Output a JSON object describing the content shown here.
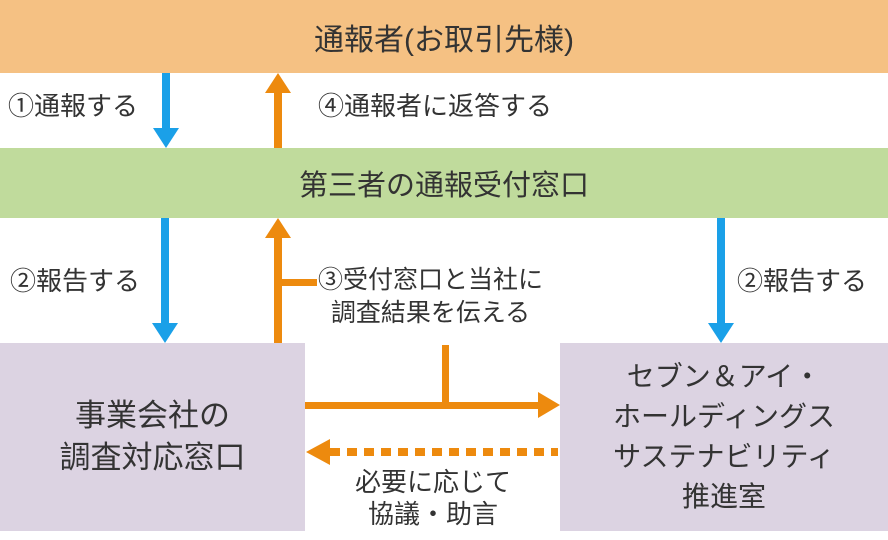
{
  "diagram": {
    "nodes": {
      "reporter_bar": {
        "label": "通報者(お取引先様)"
      },
      "reception_bar": {
        "label": "第三者の通報受付窓口"
      },
      "left_box": {
        "line1": "事業会社の",
        "line2": "調査対応窓口"
      },
      "right_box": {
        "line1": "セブン＆アイ・",
        "line2": "ホールディングス",
        "line3": "サステナビリティ",
        "line4": "推進室"
      }
    },
    "labels": {
      "step1": "①通報する",
      "step2_left": "②報告する",
      "step2_right": "②報告する",
      "step3_line1": "③受付窓口と当社に",
      "step3_line2": "調査結果を伝える",
      "step4": "④通報者に返答する",
      "consult_line1": "必要に応じて",
      "consult_line2": "協議・助言"
    },
    "colors": {
      "reporter_bar": "#F5C183",
      "reception_bar": "#C0DB9C",
      "company_box": "#DCD3E2",
      "blue_arrow": "#1AA0E8",
      "orange_arrow": "#ED8A0E",
      "text": "#333333"
    }
  }
}
